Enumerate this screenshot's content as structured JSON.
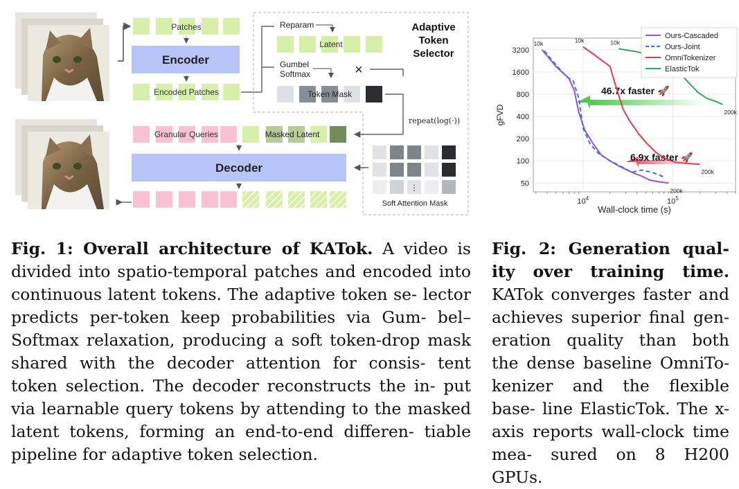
{
  "figure1": {
    "patches": "Patches",
    "encoder": "Encoder",
    "encoded_patches": "Encoded Patches",
    "reparam": "Reparam",
    "latent": "Latent",
    "gumbel_line1": "Gumbel",
    "gumbel_line2": "Softmax",
    "times_symbol": "×",
    "token_mask": "Token Mask",
    "selector_line1": "Adaptive",
    "selector_line2": "Token",
    "selector_line3": "Selector",
    "repeat_label": "repeat(log(·))",
    "granular_queries": "Granular Queries",
    "masked_latent": "Masked Latent",
    "decoder": "Decoder",
    "soft_attention_mask": "Soft Attention Mask",
    "ellipsis": "⋮"
  },
  "figure2": {
    "chart_data": {
      "type": "line",
      "xlabel": "Wall-clock time (s)",
      "ylabel": "gFVD",
      "x_scale": "log",
      "y_scale": "log",
      "x_ticks": [
        "10^4",
        "10^5"
      ],
      "y_ticks": [
        3200,
        1600,
        800,
        400,
        200,
        100,
        50
      ],
      "grid": true,
      "legend_position": "top-right",
      "series": [
        {
          "name": "Ours-Cascaded",
          "color": "#9b4fe8",
          "dash": false,
          "x": [
            3500,
            5000,
            7000,
            8000,
            9000,
            10500,
            13000,
            16000,
            20000,
            25000,
            35000,
            45000,
            55000,
            70000,
            90000
          ],
          "y": [
            3200,
            1900,
            1300,
            900,
            450,
            260,
            170,
            120,
            100,
            85,
            70,
            62,
            55,
            52,
            50
          ]
        },
        {
          "name": "Ours-Joint",
          "color": "#3b6fe8",
          "dash": true,
          "x": [
            3700,
            5000,
            6500,
            7800,
            9000,
            10000,
            12000,
            15000,
            20000,
            26000,
            35000,
            45000,
            58000,
            70000,
            80000
          ],
          "y": [
            3100,
            2000,
            1400,
            1200,
            700,
            280,
            170,
            125,
            100,
            85,
            70,
            75,
            70,
            65,
            60
          ]
        },
        {
          "name": "OmniTokenizer",
          "color": "#e23a4e",
          "dash": false,
          "x": [
            10000,
            13000,
            17000,
            20000,
            24000,
            28000,
            33000,
            42000,
            52000,
            65000,
            80000,
            95000,
            110000,
            150000,
            200000
          ],
          "y": [
            3500,
            2800,
            2200,
            1900,
            900,
            500,
            350,
            230,
            170,
            130,
            110,
            100,
            95,
            92,
            90
          ]
        },
        {
          "name": "ElasticTok",
          "color": "#2fa75e",
          "dash": false,
          "x": [
            25000,
            40000,
            60000,
            80000,
            100000,
            120000,
            150000,
            190000,
            240000,
            300000,
            360000
          ],
          "y": [
            3300,
            3000,
            2650,
            2300,
            1900,
            1550,
            1150,
            850,
            700,
            640,
            580
          ]
        }
      ],
      "point_labels": [
        {
          "text": "10k",
          "series": "Ours-Cascaded",
          "where": "start"
        },
        {
          "text": "10k",
          "series": "OmniTokenizer",
          "where": "start"
        },
        {
          "text": "10k",
          "series": "ElasticTok",
          "where": "start"
        },
        {
          "text": "200k",
          "series": "ElasticTok",
          "where": "end"
        },
        {
          "text": "200k",
          "series": "OmniTokenizer",
          "where": "end"
        },
        {
          "text": "200k",
          "series": "Ours-Cascaded",
          "where": "end"
        }
      ],
      "annotations": [
        {
          "text": "46.7x faster 🚀",
          "color": "#3bbf3b"
        },
        {
          "text": "6.9x faster 🚀",
          "color": "#e23a4e"
        }
      ]
    }
  },
  "caption1": {
    "label": "Fig. 1: Overall architecture of KATok.",
    "lines": [
      "A video",
      "is divided into spatio-temporal patches and encoded",
      "into continuous latent tokens. The adaptive token se-",
      "lector predicts per-token keep probabilities via Gum-",
      "bel–Softmax relaxation, producing a soft token-drop",
      "mask shared with the decoder attention for consis-",
      "tent token selection. The decoder reconstructs the in-",
      "put via learnable query tokens by attending to the",
      "masked latent tokens, forming an end-to-end differen-",
      "tiable pipeline for adaptive token selection."
    ]
  },
  "caption2": {
    "label_line1": "Fig. 2: Generation qual-",
    "label_line2": "ity over training time.",
    "lines": [
      "KATok converges faster and",
      "achieves superior final gen-",
      "eration quality than both",
      "the dense baseline OmniTo-",
      "kenizer and the flexible base-",
      "line ElasticTok. The x-axis",
      "reports wall-clock time mea-",
      "sured on 8 H200 GPUs."
    ]
  }
}
